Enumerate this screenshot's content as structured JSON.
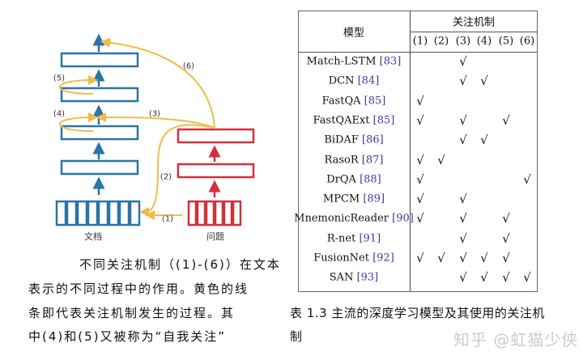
{
  "diagram": {
    "doc_label": "文档",
    "question_label": "问题",
    "arrow_labels": [
      "(1)",
      "(2)",
      "(3)",
      "(4)",
      "(5)",
      "(6)"
    ],
    "colors": {
      "document": "#2a74a8",
      "question": "#d2303a",
      "attention": "#f0bc4a"
    }
  },
  "table": {
    "header_model": "模型",
    "header_mechanism": "关注机制",
    "columns": [
      "(1)",
      "(2)",
      "(3)",
      "(4)",
      "(5)",
      "(6)"
    ],
    "check_symbol": "√",
    "rows": [
      {
        "model": "Match-LSTM",
        "ref": "[83]",
        "checks": [
          0,
          0,
          1,
          0,
          0,
          0
        ]
      },
      {
        "model": "DCN",
        "ref": "[84]",
        "checks": [
          0,
          0,
          1,
          1,
          0,
          0
        ]
      },
      {
        "model": "FastQA",
        "ref": "[85]",
        "checks": [
          1,
          0,
          0,
          0,
          0,
          0
        ]
      },
      {
        "model": "FastQAExt",
        "ref": "[85]",
        "checks": [
          1,
          0,
          1,
          0,
          1,
          0
        ]
      },
      {
        "model": "BiDAF",
        "ref": "[86]",
        "checks": [
          0,
          0,
          1,
          1,
          0,
          0
        ]
      },
      {
        "model": "RasoR",
        "ref": "[87]",
        "checks": [
          1,
          1,
          0,
          0,
          0,
          0
        ]
      },
      {
        "model": "DrQA",
        "ref": "[88]",
        "checks": [
          1,
          0,
          0,
          0,
          0,
          1
        ]
      },
      {
        "model": "MPCM",
        "ref": "[89]",
        "checks": [
          1,
          0,
          1,
          0,
          0,
          0
        ]
      },
      {
        "model": "MnemonicReader",
        "ref": "[90]",
        "checks": [
          1,
          0,
          1,
          0,
          1,
          0
        ]
      },
      {
        "model": "R-net",
        "ref": "[91]",
        "checks": [
          0,
          0,
          1,
          0,
          1,
          0
        ]
      },
      {
        "model": "FusionNet",
        "ref": "[92]",
        "checks": [
          1,
          1,
          1,
          1,
          1,
          0
        ]
      },
      {
        "model": "SAN",
        "ref": "[93]",
        "checks": [
          0,
          0,
          1,
          1,
          1,
          1
        ]
      }
    ]
  },
  "left_caption": [
    "不同关注机制（(1)-(6)）在文本",
    "表示的不同过程中的作用。黄色的线",
    "条即代表关注机制发生的过程。其",
    "中(4)和(5)又被称为“自我关注”"
  ],
  "right_caption": [
    "表 1.3 主流的深度学习模型及其使用的关注机",
    "制"
  ],
  "watermark": "知乎 @虹猫少侠"
}
